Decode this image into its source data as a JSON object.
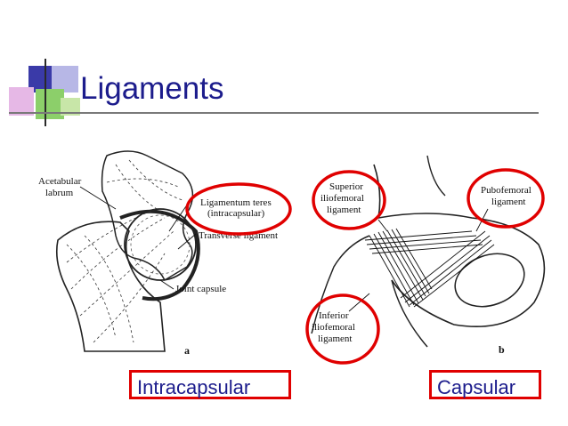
{
  "slide": {
    "title": "Ligaments",
    "colors": {
      "title": "#1c1c8c",
      "highlight": "#e00000"
    }
  },
  "figure_a": {
    "panel_letter": "a",
    "labels": {
      "acetabular_labrum_1": "Acetabular",
      "acetabular_labrum_2": "labrum",
      "lig_teres_1": "Ligamentum teres",
      "lig_teres_2": "(intracapsular)",
      "transverse": "Transverse ligament",
      "joint_capsule": "Joint capsule"
    },
    "caption": "Intracapsular"
  },
  "figure_b": {
    "panel_letter": "b",
    "labels": {
      "sup_1": "Superior",
      "sup_2": "iliofemoral",
      "sup_3": "ligament",
      "pubo_1": "Pubofemoral",
      "pubo_2": "ligament",
      "inf_1": "Inferior",
      "inf_2": "iliofemoral",
      "inf_3": "ligament"
    },
    "caption": "Capsular"
  }
}
